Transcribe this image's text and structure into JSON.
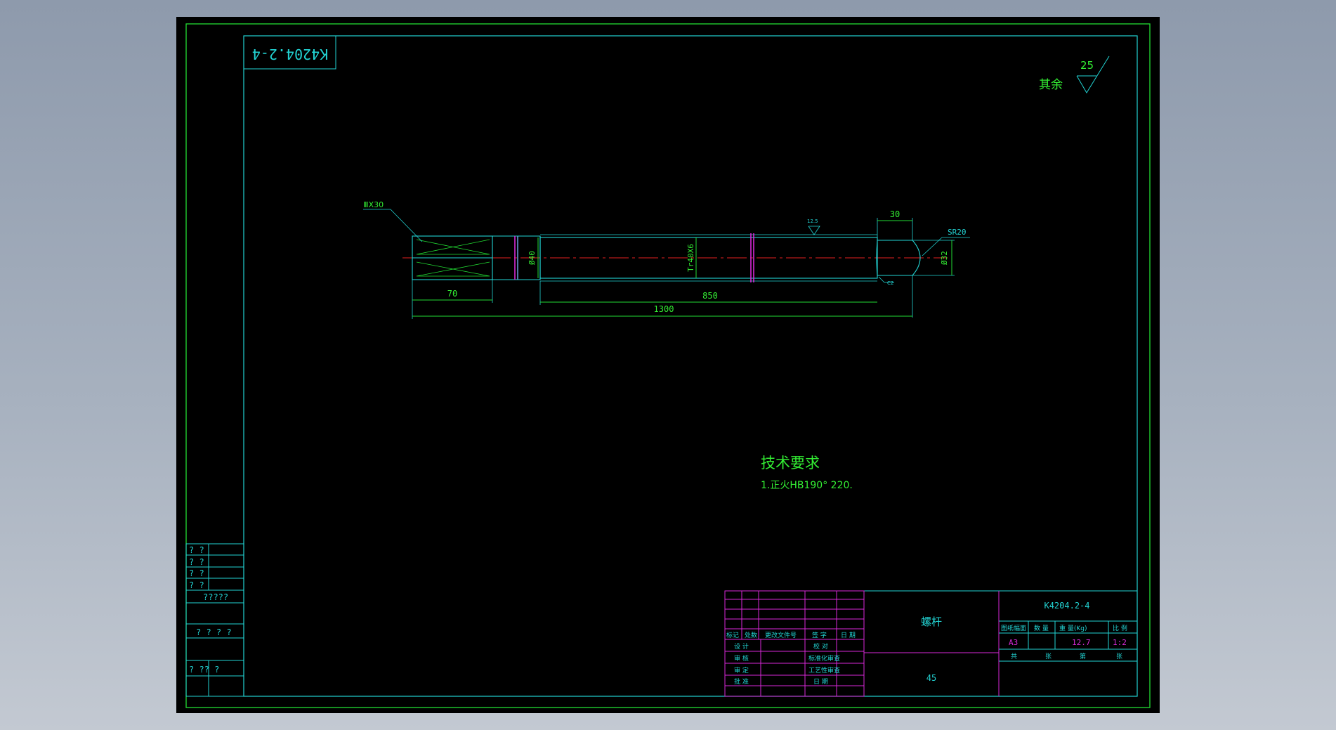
{
  "drawing": {
    "title_code": "K4204.2-4",
    "title_code_mirrored": "K4204.2-4",
    "part_name": "螺杆",
    "material": "45",
    "surface_rest_label": "其余",
    "surface_rest_value": "25",
    "notes_heading": "技术要求",
    "notes_line1": "1.正火HB190° 220.",
    "annotations": {
      "callout": "ⅢX30",
      "roughness": "12.5",
      "chamfer": "C2",
      "dim_70": "70",
      "dim_850": "850",
      "dim_1300": "1300",
      "dim_30": "30",
      "dim_d40": "Ø40",
      "dim_thread": "Tr40X6",
      "dim_d32": "Ø32",
      "dim_sr20": "SR20"
    },
    "title_block": {
      "col_mark": "标记",
      "col_count": "处数",
      "col_doc": "更改文件号",
      "col_sign": "签 字",
      "col_date": "日 期",
      "row_design": "设 计",
      "row_check": "校 对",
      "row_review": "审 核",
      "row_std": "标准化审查",
      "row_approve": "审 定",
      "row_process": "工艺性审查",
      "row_ratify": "批 准",
      "row_date": "日 期",
      "hdr_size": "图纸幅面",
      "hdr_qty": "数 量",
      "hdr_weight": "重 量(Kg)",
      "hdr_scale": "比 例",
      "val_size": "A3",
      "val_weight": "12.7",
      "val_scale": "1:2",
      "total": "共",
      "sheet1": "张",
      "page": "第",
      "sheet2": "张"
    },
    "left_strip": {
      "r1": "? ?",
      "r2": "? ?",
      "r3": "? ?",
      "r4": "? ?",
      "r5": "?????",
      "r6": "? ? ? ?",
      "r7": "? ?? ?"
    }
  },
  "colors": {
    "background": "#000000",
    "border_green": "#22dd33",
    "cyan": "#22d3d3",
    "magenta": "#d829d8",
    "red": "#e02020",
    "text_green": "#33ee33"
  }
}
